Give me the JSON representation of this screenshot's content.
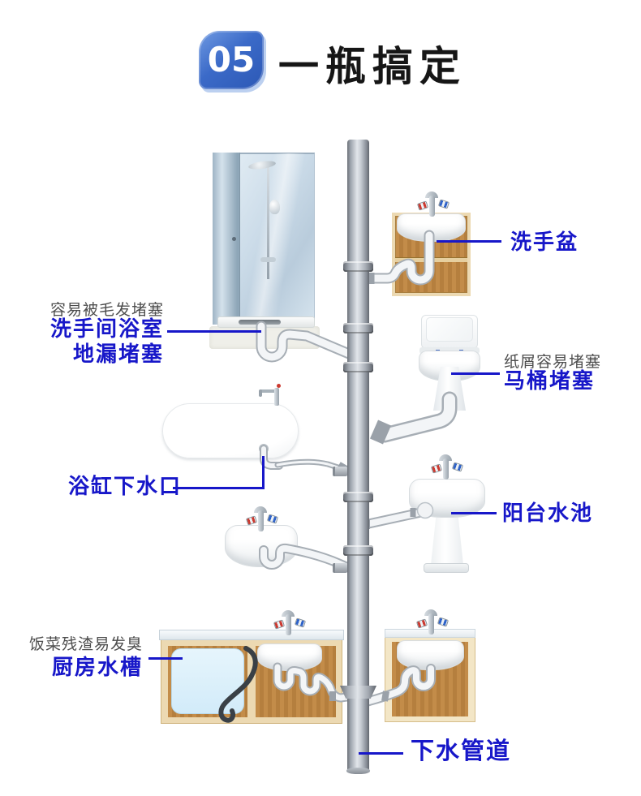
{
  "header": {
    "badge_number": "05",
    "title": "一瓶搞定"
  },
  "annotations": {
    "shower_drain": {
      "note": "容易被毛发堵塞",
      "label_line1": "洗手间浴室",
      "label_line2": "地漏堵塞"
    },
    "hand_basin": {
      "label": "洗手盆"
    },
    "toilet": {
      "note": "纸屑容易堵塞",
      "label": "马桶堵塞"
    },
    "bathtub": {
      "label": "浴缸下水口"
    },
    "balcony_sink": {
      "label": "阳台水池"
    },
    "kitchen_sink": {
      "note": "饭菜残渣易发臭",
      "label": "厨房水槽"
    },
    "drain_pipe": {
      "label": "下水管道"
    }
  },
  "colors": {
    "label_blue": "#1717c9",
    "note_gray": "#4d4d4d",
    "title_color": "#161616",
    "badge_top": "#6f9ae2",
    "badge_bottom": "#2c58b5",
    "badge_rim": "#bcd0f0",
    "pipe_edge": "#6b7077",
    "pipe_light": "#e2e6eb",
    "pipe_mid": "#a8aeb6",
    "wood_dark": "#c18a48",
    "wood_frame": "#ecd9b2",
    "tank_water": "#d2ebf9",
    "glass_blue": "#ccdce9",
    "chrome": "#aab4bc",
    "knob_red": "#cc3a30",
    "knob_blue": "#2f63c9"
  }
}
